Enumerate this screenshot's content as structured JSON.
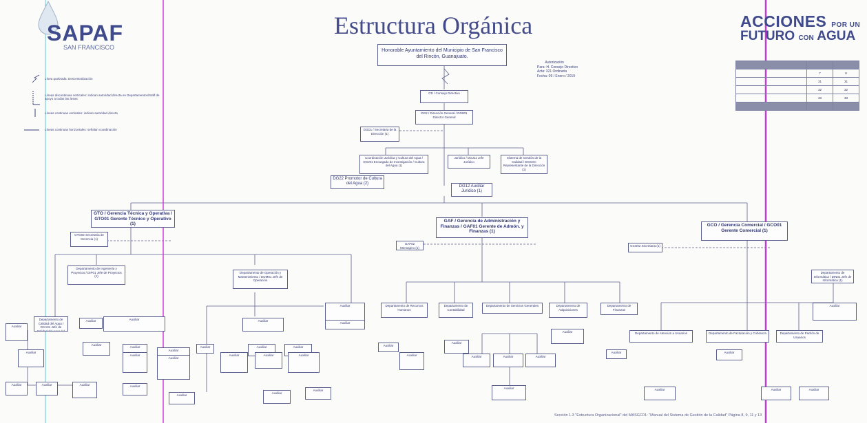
{
  "header": {
    "title": "Estructura Orgánica",
    "logo_name": "SAPAF",
    "logo_subtitle": "SAN FRANCISCO",
    "slogan_line1_a": "ACCIONES",
    "slogan_line1_b": "POR UN",
    "slogan_line2_a": "FUTURO",
    "slogan_line2_b": "CON",
    "slogan_line2_c": "AGUA"
  },
  "legend": {
    "item1": "Línea quebrada: Descentralización",
    "item2": "Líneas discontinuas verticales: indican autoridad directa en Departamentos/Staff de apoyo a todas las áreas",
    "item3": "Líneas continuas verticales: indican autoridad directa",
    "item4": "Líneas continuas horizontales: señalan coordinación"
  },
  "authorization": {
    "title": "Autorización",
    "line1": "Para: H. Consejo Directivo",
    "line2": "Acta: 321 Ordinaria",
    "line3": "Fecha: 09 / Enero / 2019"
  },
  "auth_table": {
    "rows": [
      [
        "",
        "",
        ""
      ],
      [
        "",
        "7",
        "8"
      ],
      [
        "",
        "31",
        "31"
      ],
      [
        "",
        "32",
        "32"
      ],
      [
        "",
        "33",
        "33"
      ],
      [
        "",
        "",
        ""
      ]
    ]
  },
  "org": {
    "root": "Honorable Ayuntamiento del Municipio de San Francisco del Rincón, Guanajuato.",
    "cd": "CD / Consejo Directivo",
    "dg": "DG2 / Dirección General / DG801 Director General",
    "dgd": "DGD1 / Secretaria de la Dirección (1)",
    "staff1": "Coordinación Jurídica y Cultura del Agua / DGJ01 Encargado de Investigación / Cultura del Agua (1)",
    "staff2": "Jurídico / DGJ11 Jefe Jurídico",
    "staff3": "Sistema de Gestión de la Calidad / DGSGC Representante de la Dirección (1)",
    "dg22": "DG22 Promotor de Cultura del Agua (2)",
    "dg12": "DG12 Auxiliar Jurídico (1)",
    "gto": "GTO / Gerencia Técnica y Operativa / GTO01 Gerente Técnico y Operativo (1)",
    "gaf": "GAF / Gerencia de Administración y Finanzas / GAF01 Gerente de Admón. y Finanzas (1)",
    "gco": "GCO / Gerencia Comercial / GCO01 Gerente Comercial (1)",
    "gto_staff": "GTO02 Secretaria de Gerencia (1)",
    "gaf_staff": "GAF02 Mensajero (1)",
    "gco_staff": "GCO02 Secretaria (1)",
    "dept_proy": "Departamento de Ingeniería y Proyectos / DIP01 Jefe de Proyectos (1)",
    "dept_mant": "Departamento de Operación y Mantenimiento / DOM01 Jefe de Operación",
    "dept_calidad": "Departamento de Calidad del Agua / DCA01 Jefe de Calidad del Agua (1)",
    "dept_info": "Departamento de Informática / DIN01 Jefe de Informática (1)",
    "gaf_d1": "Departamento de Recursos Humanos",
    "gaf_d2": "Departamento de Contabilidad",
    "gaf_d3": "Departamento de Servicios Generales",
    "gaf_d4": "Departamento de Adquisiciones",
    "gaf_d5": "Departamento de Finanzas",
    "gco_d1": "Departamento de Atención a Usuarios",
    "gco_d2": "Departamento de Facturación y Cobranza",
    "gco_d3": "Departamento de Padrón de Usuarios",
    "small": "Auxiliar"
  },
  "footer": {
    "text": "Sección 1.3 \"Estructura Organizacional\" del MASGC01: \"Manual del Sistema de Gestión de la Calidad\" Página 8, 9, 11 y 13"
  },
  "colors": {
    "ink": "#3a3f7a",
    "magenta_line": "#d23cd8",
    "cyan_line": "#58c8d8"
  }
}
